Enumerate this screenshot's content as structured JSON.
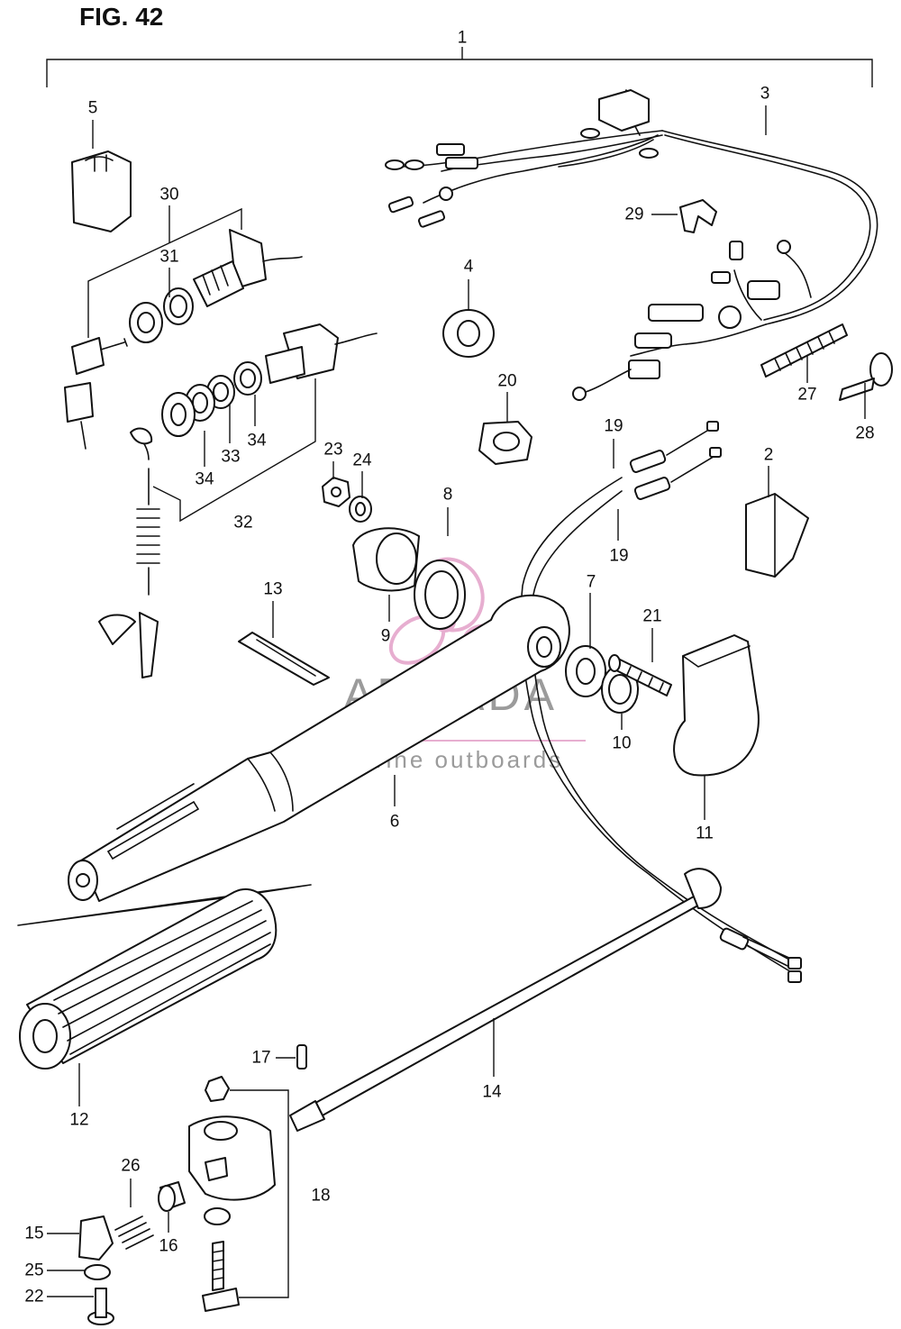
{
  "figure": {
    "title": "FIG. 42"
  },
  "watermark": {
    "brand": "ARMADA",
    "tagline": "marine outboards",
    "accent_color": "#e3a0c8"
  },
  "callouts": [
    {
      "id": "c1",
      "label": "1"
    },
    {
      "id": "c2",
      "label": "2"
    },
    {
      "id": "c3",
      "label": "3"
    },
    {
      "id": "c4",
      "label": "4"
    },
    {
      "id": "c5",
      "label": "5"
    },
    {
      "id": "c6",
      "label": "6"
    },
    {
      "id": "c7",
      "label": "7"
    },
    {
      "id": "c8",
      "label": "8"
    },
    {
      "id": "c9",
      "label": "9"
    },
    {
      "id": "c10",
      "label": "10"
    },
    {
      "id": "c11",
      "label": "11"
    },
    {
      "id": "c12",
      "label": "12"
    },
    {
      "id": "c13",
      "label": "13"
    },
    {
      "id": "c14",
      "label": "14"
    },
    {
      "id": "c15",
      "label": "15"
    },
    {
      "id": "c16",
      "label": "16"
    },
    {
      "id": "c17",
      "label": "17"
    },
    {
      "id": "c18",
      "label": "18"
    },
    {
      "id": "c19a",
      "label": "19"
    },
    {
      "id": "c19b",
      "label": "19"
    },
    {
      "id": "c20",
      "label": "20"
    },
    {
      "id": "c21",
      "label": "21"
    },
    {
      "id": "c22",
      "label": "22"
    },
    {
      "id": "c23",
      "label": "23"
    },
    {
      "id": "c24",
      "label": "24"
    },
    {
      "id": "c25",
      "label": "25"
    },
    {
      "id": "c26",
      "label": "26"
    },
    {
      "id": "c27",
      "label": "27"
    },
    {
      "id": "c28",
      "label": "28"
    },
    {
      "id": "c29",
      "label": "29"
    },
    {
      "id": "c30",
      "label": "30"
    },
    {
      "id": "c31",
      "label": "31"
    },
    {
      "id": "c32",
      "label": "32"
    },
    {
      "id": "c33",
      "label": "33"
    },
    {
      "id": "c34a",
      "label": "34"
    },
    {
      "id": "c34b",
      "label": "34"
    }
  ]
}
